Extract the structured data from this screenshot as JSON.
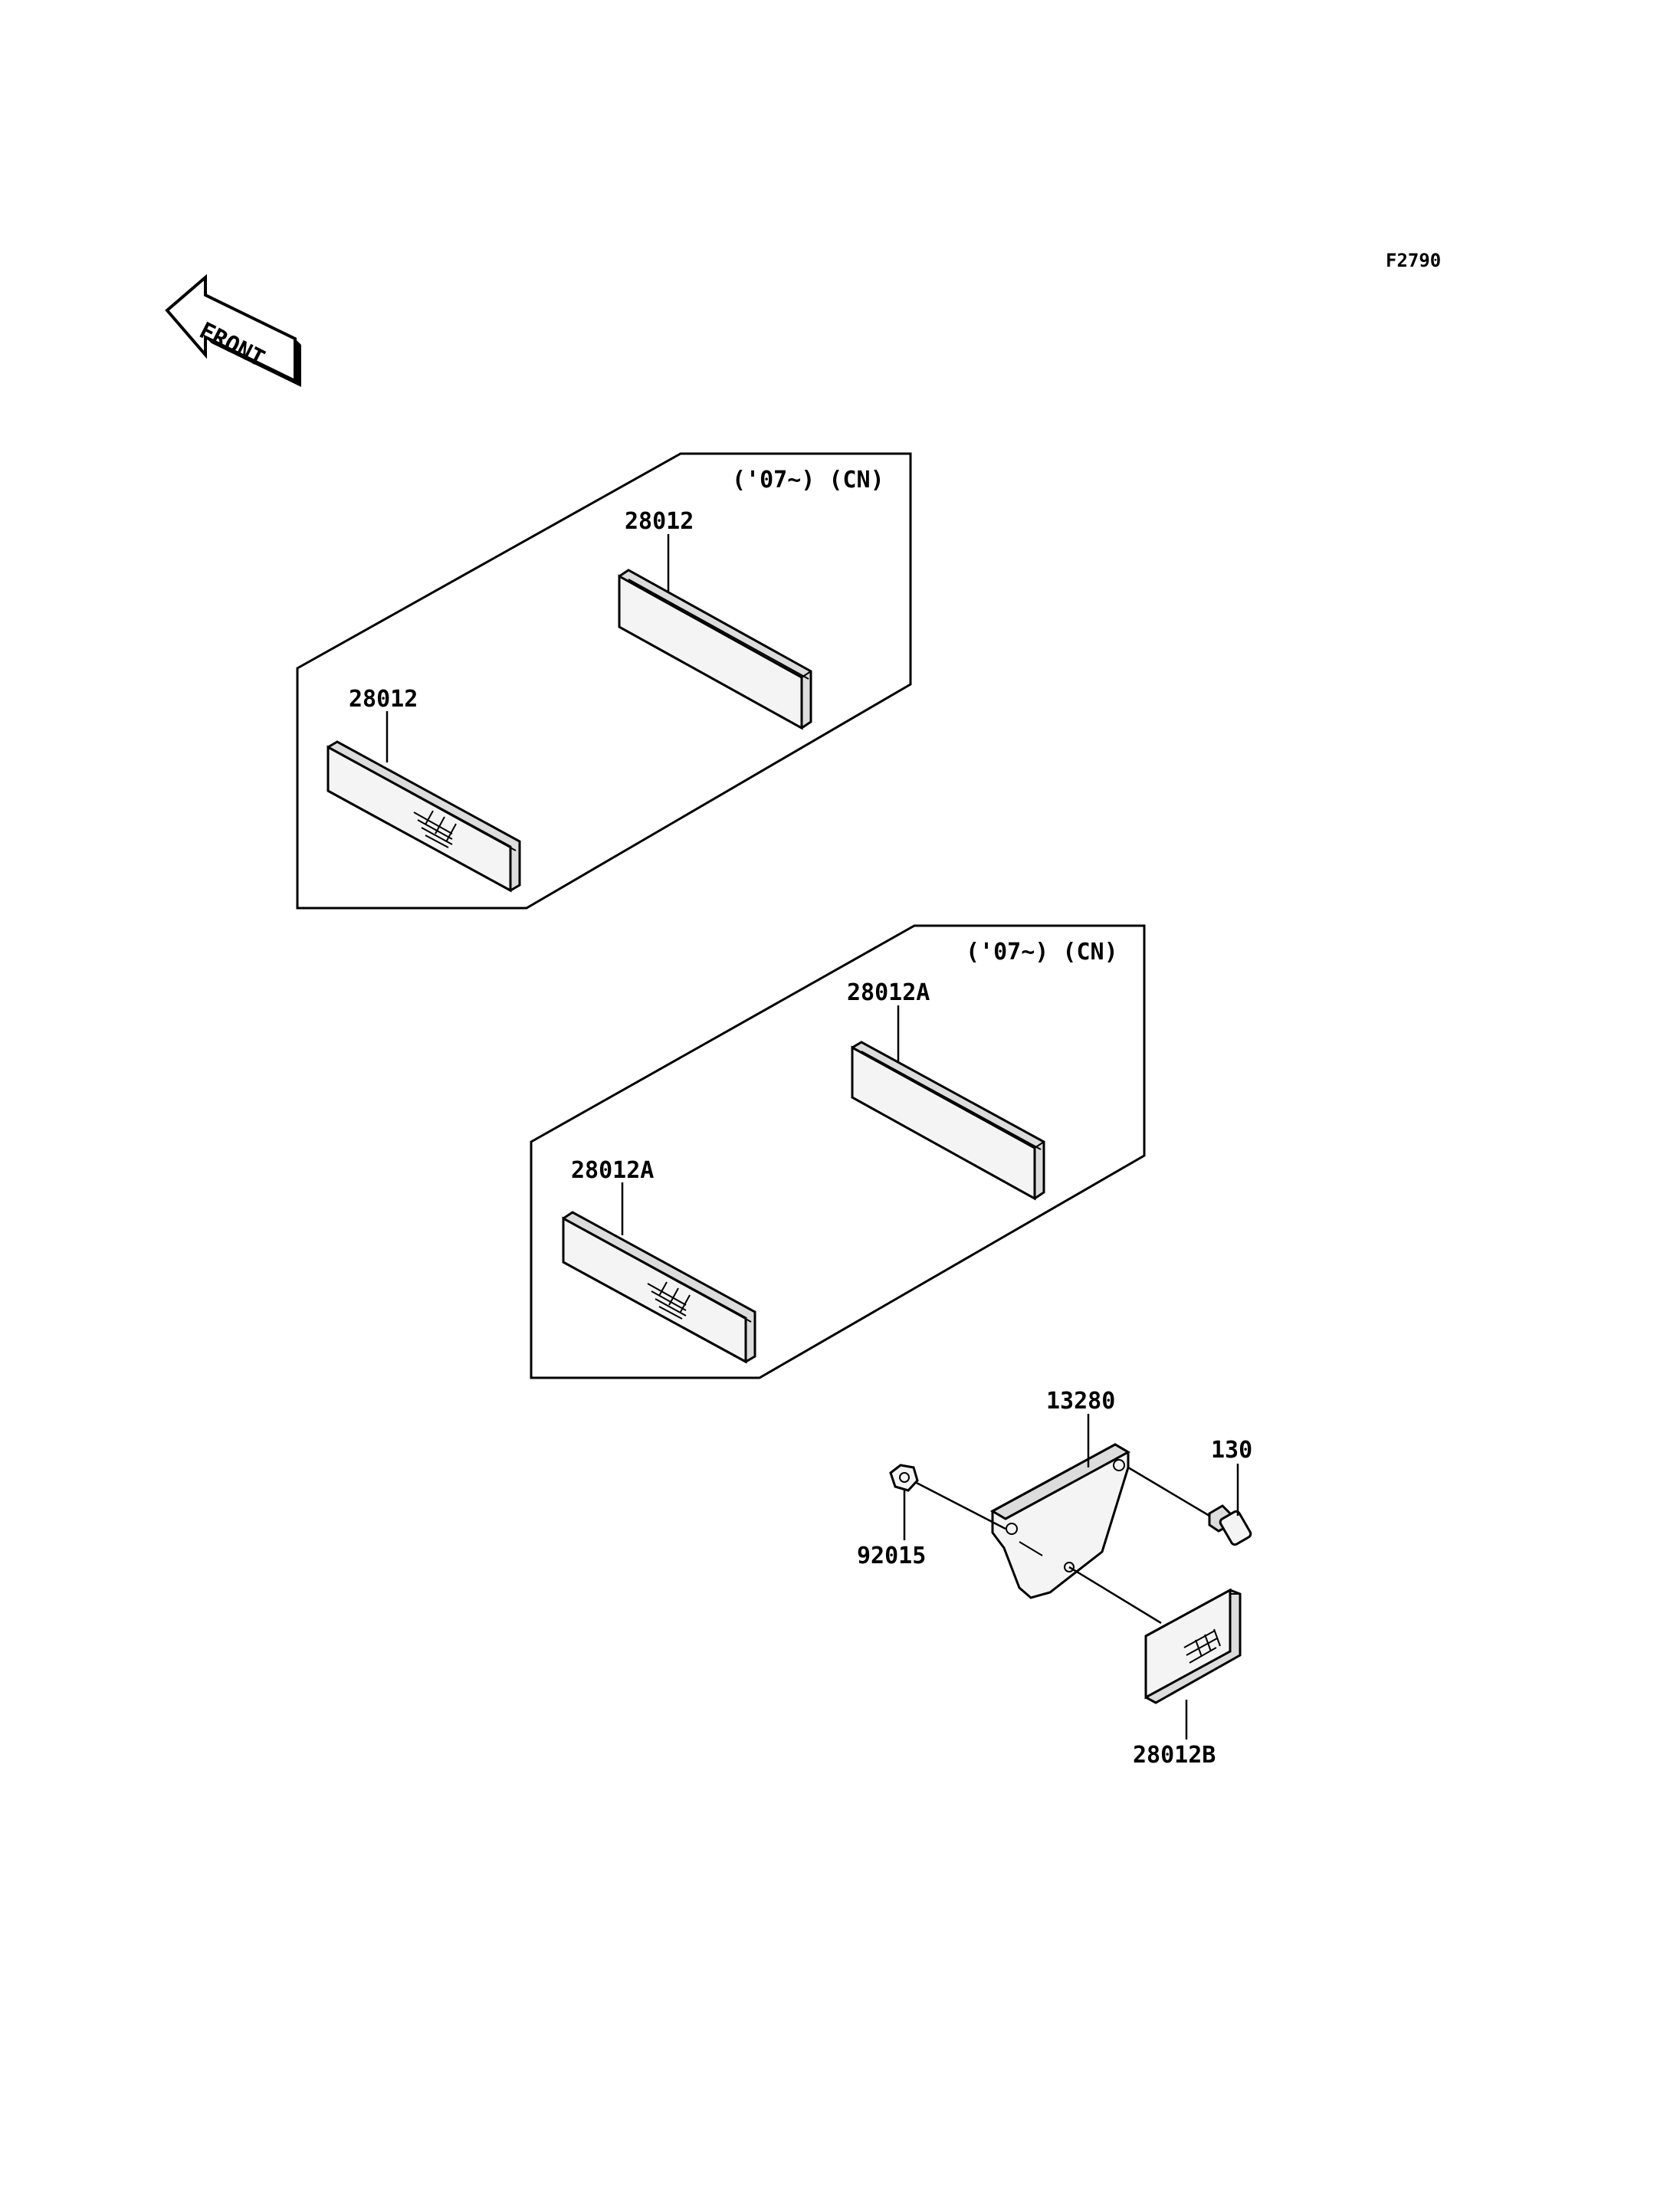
{
  "diagram": {
    "figure_code": "F2790",
    "direction_label": "FRONT",
    "groups": [
      {
        "applicability": "('07~) (CN)"
      },
      {
        "applicability": "('07~) (CN)"
      }
    ],
    "parts": {
      "p1": "28012",
      "p2": "28012",
      "p3": "28012A",
      "p4": "28012A",
      "p5": "13280",
      "p6": "130",
      "p7": "92015",
      "p8": "28012B"
    }
  }
}
